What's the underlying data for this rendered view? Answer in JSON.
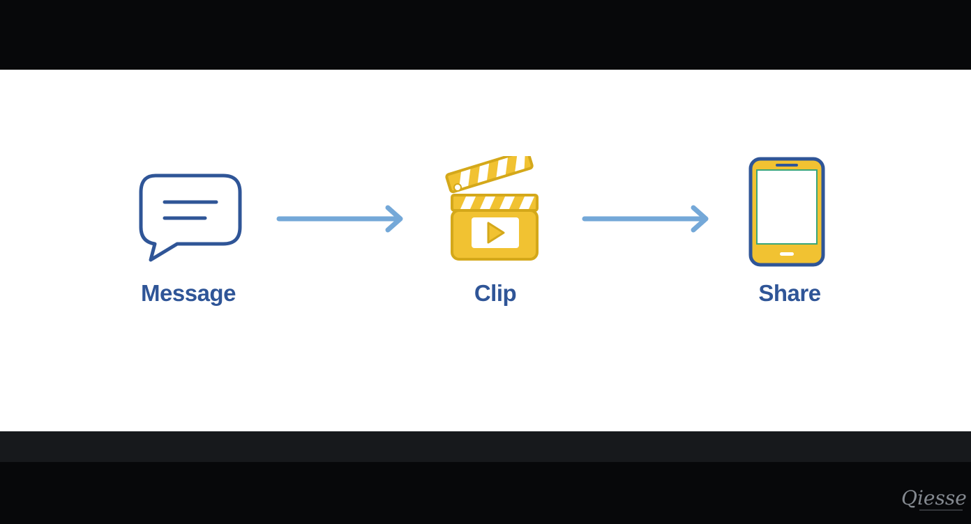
{
  "colors": {
    "primary_blue": "#2f5597",
    "arrow_blue": "#74a8d8",
    "accent_yellow": "#f1c232",
    "dark_yellow": "#d4a81a",
    "screen_green": "#3aa57a",
    "panel_white": "#ffffff",
    "band_dark": "#07080a"
  },
  "flow": {
    "steps": [
      {
        "label": "Message",
        "icon": "chat-bubble-icon"
      },
      {
        "label": "Clip",
        "icon": "clapperboard-icon"
      },
      {
        "label": "Share",
        "icon": "smartphone-icon"
      }
    ],
    "connectors": [
      {
        "icon": "arrow-right-icon"
      },
      {
        "icon": "arrow-right-icon"
      }
    ]
  },
  "watermark": {
    "kind": "logo",
    "text": "Qiesse"
  }
}
